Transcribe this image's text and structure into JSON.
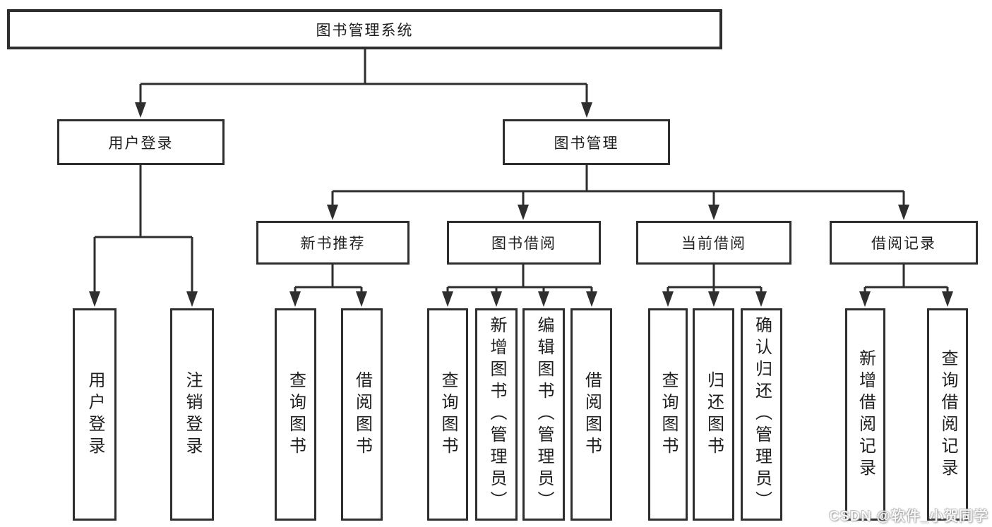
{
  "nodes": {
    "root": "图书管理系统",
    "user_login": "用户登录",
    "book_management": "图书管理",
    "new_book_recommend": "新书推荐",
    "book_borrow": "图书借阅",
    "current_borrow": "当前借阅",
    "borrow_records": "借阅记录",
    "leaves": {
      "user_login": [
        "用户登录",
        "注销登录"
      ],
      "new_book_recommend": [
        "查询图书",
        "借阅图书"
      ],
      "book_borrow": [
        "查询图书",
        "新增图书（管理员）",
        "编辑图书（管理员）",
        "借阅图书"
      ],
      "current_borrow": [
        "查询图书",
        "归还图书",
        "确认归还（管理员）"
      ],
      "borrow_records": [
        "新增借阅记录",
        "查询借阅记录"
      ]
    }
  },
  "watermark": "CSDN @软件_小贺同学",
  "colors": {
    "line": "#2e2e2e",
    "text": "#1f1f1f",
    "background": "#ffffff",
    "watermark": "#d9d9d9"
  }
}
